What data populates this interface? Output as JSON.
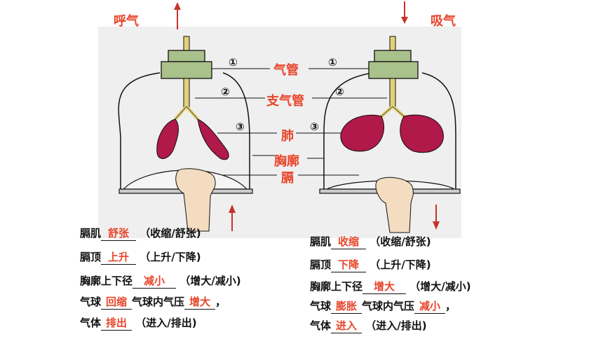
{
  "titles": {
    "left": "呼气",
    "right": "吸气"
  },
  "labels": {
    "trachea": "气管",
    "bronchi": "支气管",
    "lung": "肺",
    "thorax": "胸廓",
    "diaphragm": "膈"
  },
  "numbers": {
    "n1": "①",
    "n2": "②",
    "n3": "③"
  },
  "left_qa": [
    {
      "prefix": "膈肌",
      "answer": "舒张",
      "suffix": "（收缩/舒张)"
    },
    {
      "prefix": "膈顶",
      "answer": "上升",
      "suffix": "（上升/下降)"
    },
    {
      "prefix": "胸廓上下径",
      "answer": "减小",
      "suffix": "（增大/减小)"
    },
    {
      "prefix": "气球",
      "answer": "回缩",
      "mid": "气球内气压",
      "answer2": "增大",
      "suffix": "，"
    },
    {
      "prefix": "气体",
      "answer": "排出",
      "suffix": "（进入/排出)"
    }
  ],
  "right_qa": [
    {
      "prefix": "膈肌",
      "answer": "收缩",
      "suffix": "（收缩/舒张)"
    },
    {
      "prefix": "膈顶",
      "answer": "下降",
      "suffix": "（上升/下降)"
    },
    {
      "prefix": "胸廓上下径",
      "answer": "增大",
      "suffix": "（增大/减小)"
    },
    {
      "prefix": "气球",
      "answer": "膨胀",
      "mid": "气球内气压",
      "answer2": "减小",
      "suffix": "，"
    },
    {
      "prefix": "气体",
      "answer": "进入",
      "suffix": "（进入/排出)"
    }
  ],
  "colors": {
    "accent": "#e8452b",
    "lung": "#b0194a",
    "arrow": "#c8322a"
  }
}
